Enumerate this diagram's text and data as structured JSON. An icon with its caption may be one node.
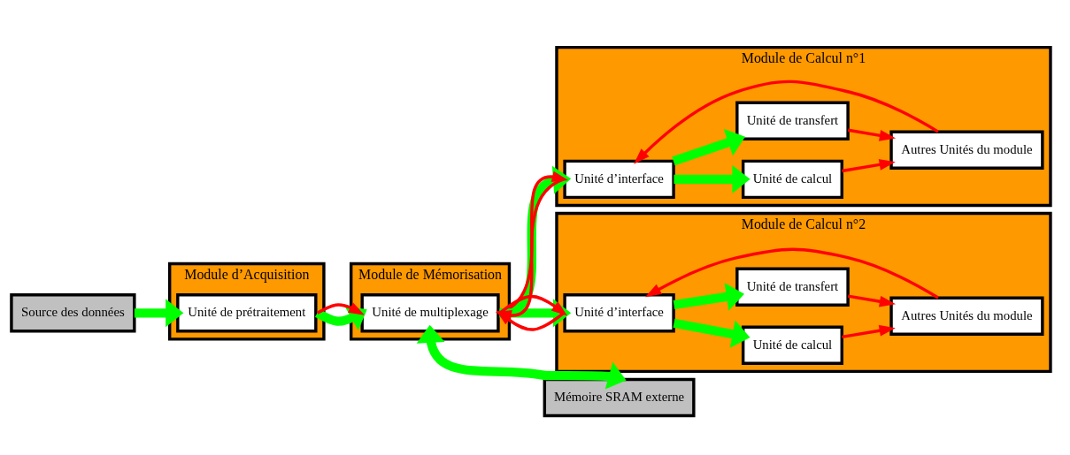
{
  "diagram": {
    "nodes": [
      {
        "text": [
          "Source des données"
        ]
      },
      {
        "text": [
          "Module d’Acquisition"
        ]
      },
      {
        "text": [
          "Unité de prétraitement"
        ],
        "in": 1
      },
      {
        "text": [
          "Module de Mémorisation"
        ]
      },
      {
        "text": [
          "Unité de multiplexage"
        ],
        "in": 3
      },
      {
        "text": [
          "Mémoire SRAM externe"
        ]
      },
      {
        "text": [
          "Module de Calcul n°1"
        ]
      },
      {
        "text": [
          "Unité d’interface"
        ],
        "in": 6
      },
      {
        "text": [
          "Unité de calcul"
        ],
        "in": 6
      },
      {
        "text": [
          "Unité de transfert"
        ],
        "in": 6
      },
      {
        "text": [
          "Autres Unités du module"
        ],
        "in": 6
      },
      {
        "text": [
          "Module de Calcul n°2"
        ]
      },
      {
        "text": [
          "Unité d’interface"
        ],
        "in": 11
      },
      {
        "text": [
          "Unité de calcul"
        ],
        "in": 11
      },
      {
        "text": [
          "Unité de transfert"
        ],
        "in": 11
      },
      {
        "text": [
          "Autres Unités du module"
        ],
        "in": 11
      }
    ],
    "edges": [
      {
        "from": 0,
        "to": 2,
        "arrow": "to",
        "style": "thick",
        "color": "#00ff00"
      },
      {
        "from": 2,
        "to": 4,
        "arrow": "to",
        "style": "thick",
        "color": "#00ff00"
      },
      {
        "from": 2,
        "to": 4,
        "arrow": "to",
        "color": "#ff0000"
      },
      {
        "from": 4,
        "to": 7,
        "arrow": "to",
        "style": "thick",
        "color": "#00ff00"
      },
      {
        "from": 4,
        "to": 7,
        "arrow": "to",
        "color": "#ff0000"
      },
      {
        "from": 7,
        "to": 4,
        "arrow": "to",
        "color": "#ff0000"
      },
      {
        "from": 4,
        "to": 12,
        "arrow": "to",
        "style": "thick",
        "color": "#00ff00"
      },
      {
        "from": 4,
        "to": 12,
        "arrow": "to",
        "color": "#ff0000"
      },
      {
        "from": 12,
        "to": 4,
        "arrow": "to",
        "color": "#ff0000"
      },
      {
        "from": 4,
        "to": 5,
        "arrow": "both",
        "style": "thick",
        "color": "#00ff00"
      },
      {
        "from": 7,
        "to": 8,
        "arrow": "to",
        "style": "thick",
        "color": "#00ff00"
      },
      {
        "from": 7,
        "to": 9,
        "arrow": "to",
        "style": "thick",
        "color": "#00ff00"
      },
      {
        "from": 8,
        "to": 10,
        "arrow": "to",
        "color": "#ff0000"
      },
      {
        "from": 10,
        "to": 7,
        "arrow": "to",
        "color": "#ff0000"
      },
      {
        "from": 9,
        "to": 10,
        "arrow": "to",
        "color": "#ff0000"
      },
      {
        "from": 12,
        "to": 13,
        "arrow": "to",
        "style": "thick",
        "color": "#00ff00"
      },
      {
        "from": 12,
        "to": 14,
        "arrow": "to",
        "style": "thick",
        "color": "#00ff00"
      },
      {
        "from": 13,
        "to": 15,
        "arrow": "to",
        "color": "#ff0000"
      },
      {
        "from": 15,
        "to": 12,
        "arrow": "to",
        "color": "#ff0000"
      },
      {
        "from": 14,
        "to": 15,
        "arrow": "to",
        "color": "#ff0000"
      }
    ]
  }
}
